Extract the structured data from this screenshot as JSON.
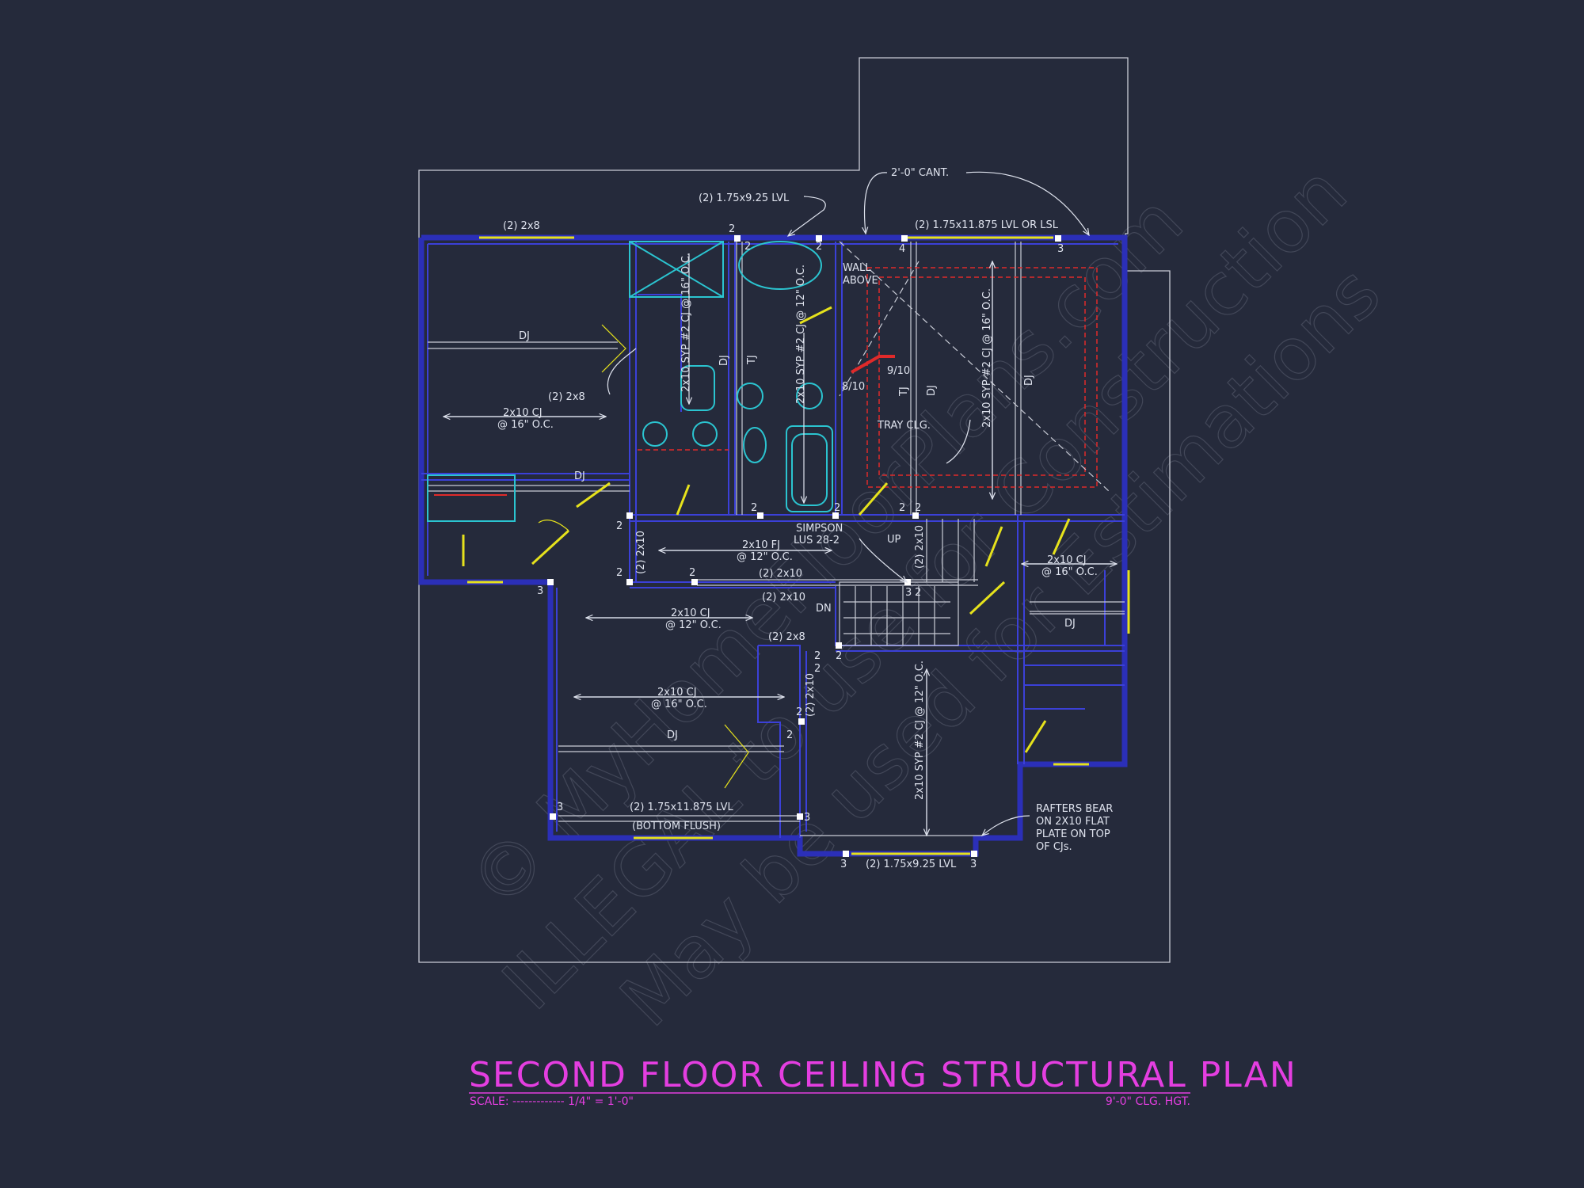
{
  "title": {
    "main": "SECOND FLOOR CEILING STRUCTURAL PLAN",
    "scale": "SCALE: ------------- 1/4\" = 1'-0\"",
    "ceiling_height": "9'-0\" CLG. HGT."
  },
  "watermark": {
    "line1": "© MyHomeFloorPlans.com",
    "line2": "ILLEGAL to use for Construction",
    "line3": "May be used for Estimations"
  },
  "labels": {
    "lvl_top_left": "(2) 1.75x9.25 LVL",
    "cant": "2'-0\" CANT.",
    "lvl_top_right": "(2) 1.75x11.875 LVL OR LSL",
    "two_by_eight_top": "(2) 2x8",
    "dj_1": "DJ",
    "two_by_eight_mid": "(2) 2x8",
    "cj_left_1": "2x10 CJ",
    "cj_left_2": "@ 16\" O.C.",
    "dj_2": "DJ",
    "wall_above_1": "WALL",
    "wall_above_2": "ABOVE",
    "syp_a": "2x10 SYP #2 CJ @ 16\" O.C.",
    "syp_b": "2x10 SYP #2 CJ @ 12\" O.C.",
    "syp_c": "2x10 SYP #2 CJ @ 16\" O.C.",
    "syp_d": "2x10 SYP #2 CJ @ 12\" O.C.",
    "dj_v1": "DJ",
    "tj_v1": "TJ",
    "tj_v2": "TJ",
    "dj_v2": "DJ",
    "dj_v3": "DJ",
    "nine_ten_a": "9/10",
    "nine_ten_b": "8/10",
    "tray": "TRAY CLG.",
    "simpson_1": "SIMPSON",
    "simpson_2": "LUS 28-2",
    "fj_1": "2x10 FJ",
    "fj_2": "@ 12\" O.C.",
    "two_2x10_a": "(2) 2x10",
    "two_2x10_b": "(2) 2x10",
    "two_2x10_v1": "(2) 2x10",
    "two_2x10_v2": "(2) 2x10",
    "two_2x10_v3": "(2) 2x10",
    "up": "UP",
    "dn": "DN",
    "cj_right_1": "2x10 CJ",
    "cj_right_2": "@ 16\" O.C.",
    "dj_right": "DJ",
    "cj_mid_1": "2x10 CJ",
    "cj_mid_2": "@ 12\" O.C.",
    "two_2x8_low": "(2) 2x8",
    "cj_low_1": "2x10 CJ",
    "cj_low_2": "@ 16\" O.C.",
    "dj_low": "DJ",
    "lvl_bottom_1": "(2) 1.75x11.875 LVL",
    "lvl_bottom_2": "(BOTTOM FLUSH)",
    "lvl_bottom_right": "(2) 1.75x9.25 LVL",
    "rafters_1": "RAFTERS BEAR",
    "rafters_2": "ON 2X10 FLAT",
    "rafters_3": "PLATE ON TOP",
    "rafters_4": "OF CJs."
  },
  "post_numbers": {
    "p1": "2",
    "p2": "2",
    "p3": "2",
    "p4": "4",
    "p5": "3",
    "p6": "2",
    "p7": "2",
    "p8": "2",
    "p9": "2",
    "p10": "2",
    "p11": "2",
    "p12": "2",
    "p13": "3",
    "p14": "2",
    "p15": "2",
    "p16": "2",
    "p17": "2",
    "p18": "2",
    "p19": "3",
    "p20": "3",
    "p21": "3",
    "p22": "3",
    "p23": "3",
    "p24": "2"
  },
  "colors": {
    "background": "#252a3b",
    "walls": "#2b2fb8",
    "doors": "#e6e21c",
    "fixtures": "#2bc4d0",
    "title": "#e43ee0",
    "tray": "#e02a2a"
  }
}
